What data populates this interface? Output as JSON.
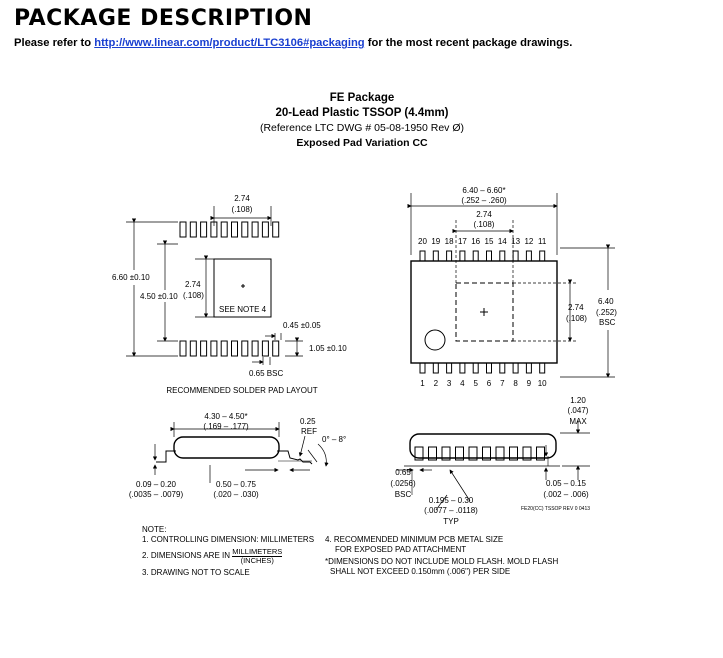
{
  "header": {
    "title": "PACKAGE DESCRIPTION",
    "intro_prefix": "Please refer to ",
    "intro_link": "http://www.linear.com/product/LTC3106#packaging",
    "intro_suffix": " for the most recent package drawings."
  },
  "package": {
    "name": "FE Package",
    "type": "20-Lead Plastic TSSOP (4.4mm)",
    "reference": "(Reference LTC DWG # 05-08-1950 Rev Ø)",
    "variation": "Exposed Pad Variation CC"
  },
  "pad_layout": {
    "dim_pad_width_mm": "2.74",
    "dim_pad_width_in": "(.108)",
    "dim_total_height": "6.60 ±0.10",
    "dim_pad_row_span": "4.50 ±0.10",
    "dim_pad_height_mm": "2.74",
    "dim_pad_height_in": "(.108)",
    "see_note": "SEE NOTE 4",
    "dim_lead_width": "0.45 ±0.05",
    "dim_lead_length": "1.05 ±0.10",
    "dim_pitch": "0.65 BSC",
    "caption": "RECOMMENDED SOLDER PAD LAYOUT"
  },
  "top_view": {
    "dim_length_mm": "6.40 – 6.60*",
    "dim_length_in": "(.252 – .260)",
    "dim_pad_mm": "2.74",
    "dim_pad_in": "(.108)",
    "top_pins": [
      "20",
      "19",
      "18",
      "17",
      "16",
      "15",
      "14",
      "13",
      "12",
      "11"
    ],
    "bottom_pins": [
      "1",
      "2",
      "3",
      "4",
      "5",
      "6",
      "7",
      "8",
      "9",
      "10"
    ],
    "dim_pad_side_mm": "2.74",
    "dim_pad_side_in": "(.108)",
    "dim_body_width_mm": "6.40",
    "dim_body_width_in": "(.252)",
    "dim_body_width_bsc": "BSC"
  },
  "end_view": {
    "dim_width_mm": "4.30 – 4.50*",
    "dim_width_in": "(.169 – .177)",
    "ref_value": "0.25",
    "ref_label": "REF",
    "angle": "0° – 8°",
    "lead_thk_mm": "0.09 – 0.20",
    "lead_thk_in": "(.0035 – .0079)",
    "foot_len_mm": "0.50 – 0.75",
    "foot_len_in": "(.020 – .030)"
  },
  "side_view": {
    "dim_height_mm": "1.20",
    "dim_height_in": "(.047)",
    "dim_height_label": "MAX",
    "pitch_mm": "0.65",
    "pitch_in": "(.0256)",
    "pitch_label": "BSC",
    "lead_w_mm": "0.195 – 0.30",
    "lead_w_in": "(.0077 – .0118)",
    "lead_w_label": "TYP",
    "standoff_mm": "0.05 – 0.15",
    "standoff_in": "(.002 – .006)",
    "drawing_code": "FE20(CC) TSSOP REV 0 0413"
  },
  "notes": {
    "heading": "NOTE:",
    "n1": "1. CONTROLLING DIMENSION: MILLIMETERS",
    "n2_prefix": "2. DIMENSIONS ARE IN",
    "n2_top": "MILLIMETERS",
    "n2_bottom": "(INCHES)",
    "n3": "3. DRAWING NOT TO SCALE",
    "n4a": "4. RECOMMENDED MINIMUM PCB METAL SIZE",
    "n4b": "FOR EXPOSED PAD ATTACHMENT",
    "n5a": "*DIMENSIONS DO NOT INCLUDE MOLD FLASH. MOLD FLASH",
    "n5b": "SHALL NOT EXCEED 0.150mm (.006\") PER SIDE"
  }
}
